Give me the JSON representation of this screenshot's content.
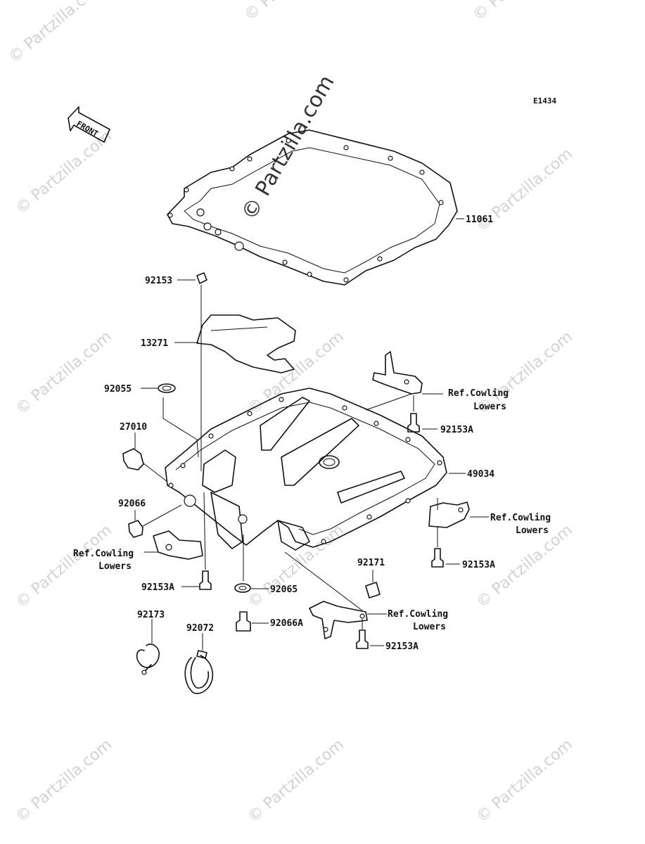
{
  "diagram_code": "E1434",
  "front_arrow_label": "FRONT",
  "watermark_text": "© Partzilla.com",
  "parts": {
    "p11061": "11061",
    "p92153": "92153",
    "p13271": "13271",
    "p92055": "92055",
    "p27010": "27010",
    "p92066": "92066",
    "p92153a_1": "92153A",
    "p49034": "49034",
    "p92153a_2": "92153A",
    "p92171": "92171",
    "p92065": "92065",
    "p92066a": "92066A",
    "p92153a_3": "92153A",
    "p92173": "92173",
    "p92072": "92072",
    "p92153a_4": "92153A"
  },
  "refs": {
    "r1_line1": "Ref.Cowling",
    "r1_line2": "Lowers",
    "r2_line1": "Ref.Cowling",
    "r2_line2": "Lowers",
    "r3_line1": "Ref.Cowling",
    "r3_line2": "Lowers",
    "r4_line1": "Ref.Cowling",
    "r4_line2": "Lowers"
  }
}
